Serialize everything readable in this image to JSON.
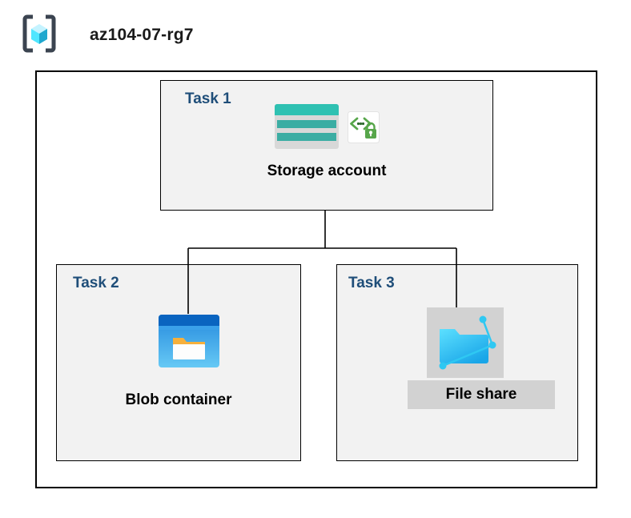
{
  "resource_group": {
    "name": "az104-07-rg7"
  },
  "tasks": [
    {
      "label": "Task 1",
      "resource": "Storage account",
      "icons": [
        "storage-account-icon",
        "code-lock-badge-icon"
      ]
    },
    {
      "label": "Task 2",
      "resource": "Blob container",
      "icons": [
        "blob-container-icon"
      ]
    },
    {
      "label": "Task 3",
      "resource": "File share",
      "icons": [
        "file-share-icon"
      ]
    }
  ],
  "colors": {
    "task_label_blue": "#1f4e79",
    "box_fill": "#f2f2f2",
    "outline": "#000000",
    "storage_teal": "#2fc1b2",
    "storage_stripe_teal": "#3bada3",
    "blob_header_blue": "#0a64c0",
    "blob_body_blue": "#3f9df0",
    "folder_tab_orange": "#f6b03c",
    "file_share_cyan": "#2fc8f2",
    "badge_green": "#57a64a",
    "highlight_gray": "#d2d2d2",
    "cube_cyan": "#50e6ff"
  }
}
